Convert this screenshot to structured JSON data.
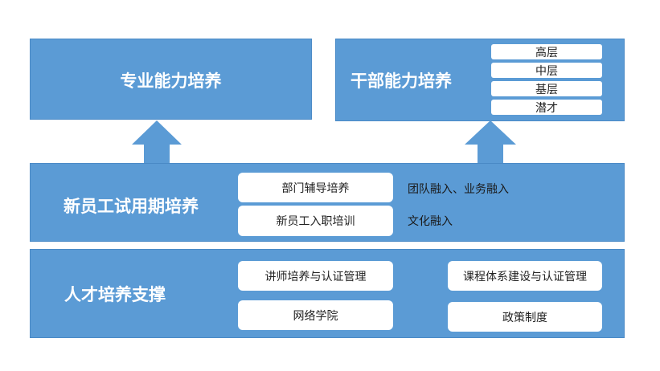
{
  "top_left": {
    "title": "专业能力培养"
  },
  "top_right": {
    "title": "干部能力培养",
    "levels": [
      "高层",
      "中层",
      "基层",
      "潜才"
    ]
  },
  "middle": {
    "title": "新员工试用期培养",
    "items": [
      {
        "label": "部门辅导培养",
        "note": "团队融入、业务融入"
      },
      {
        "label": "新员工入职培训",
        "note": "文化融入"
      }
    ]
  },
  "bottom": {
    "title": "人才培养支撑",
    "items": [
      "讲师培养与认证管理",
      "课程体系建设与认证管理",
      "网络学院",
      "政策制度"
    ]
  },
  "colors": {
    "block": "#5b9bd5",
    "pill": "#ffffff",
    "title_text": "#ffffff"
  },
  "arrows": [
    {
      "from": "新员工试用期培养",
      "to": "专业能力培养",
      "icon": "up-arrow-icon"
    },
    {
      "from": "新员工试用期培养",
      "to": "干部能力培养",
      "icon": "up-arrow-icon"
    }
  ]
}
